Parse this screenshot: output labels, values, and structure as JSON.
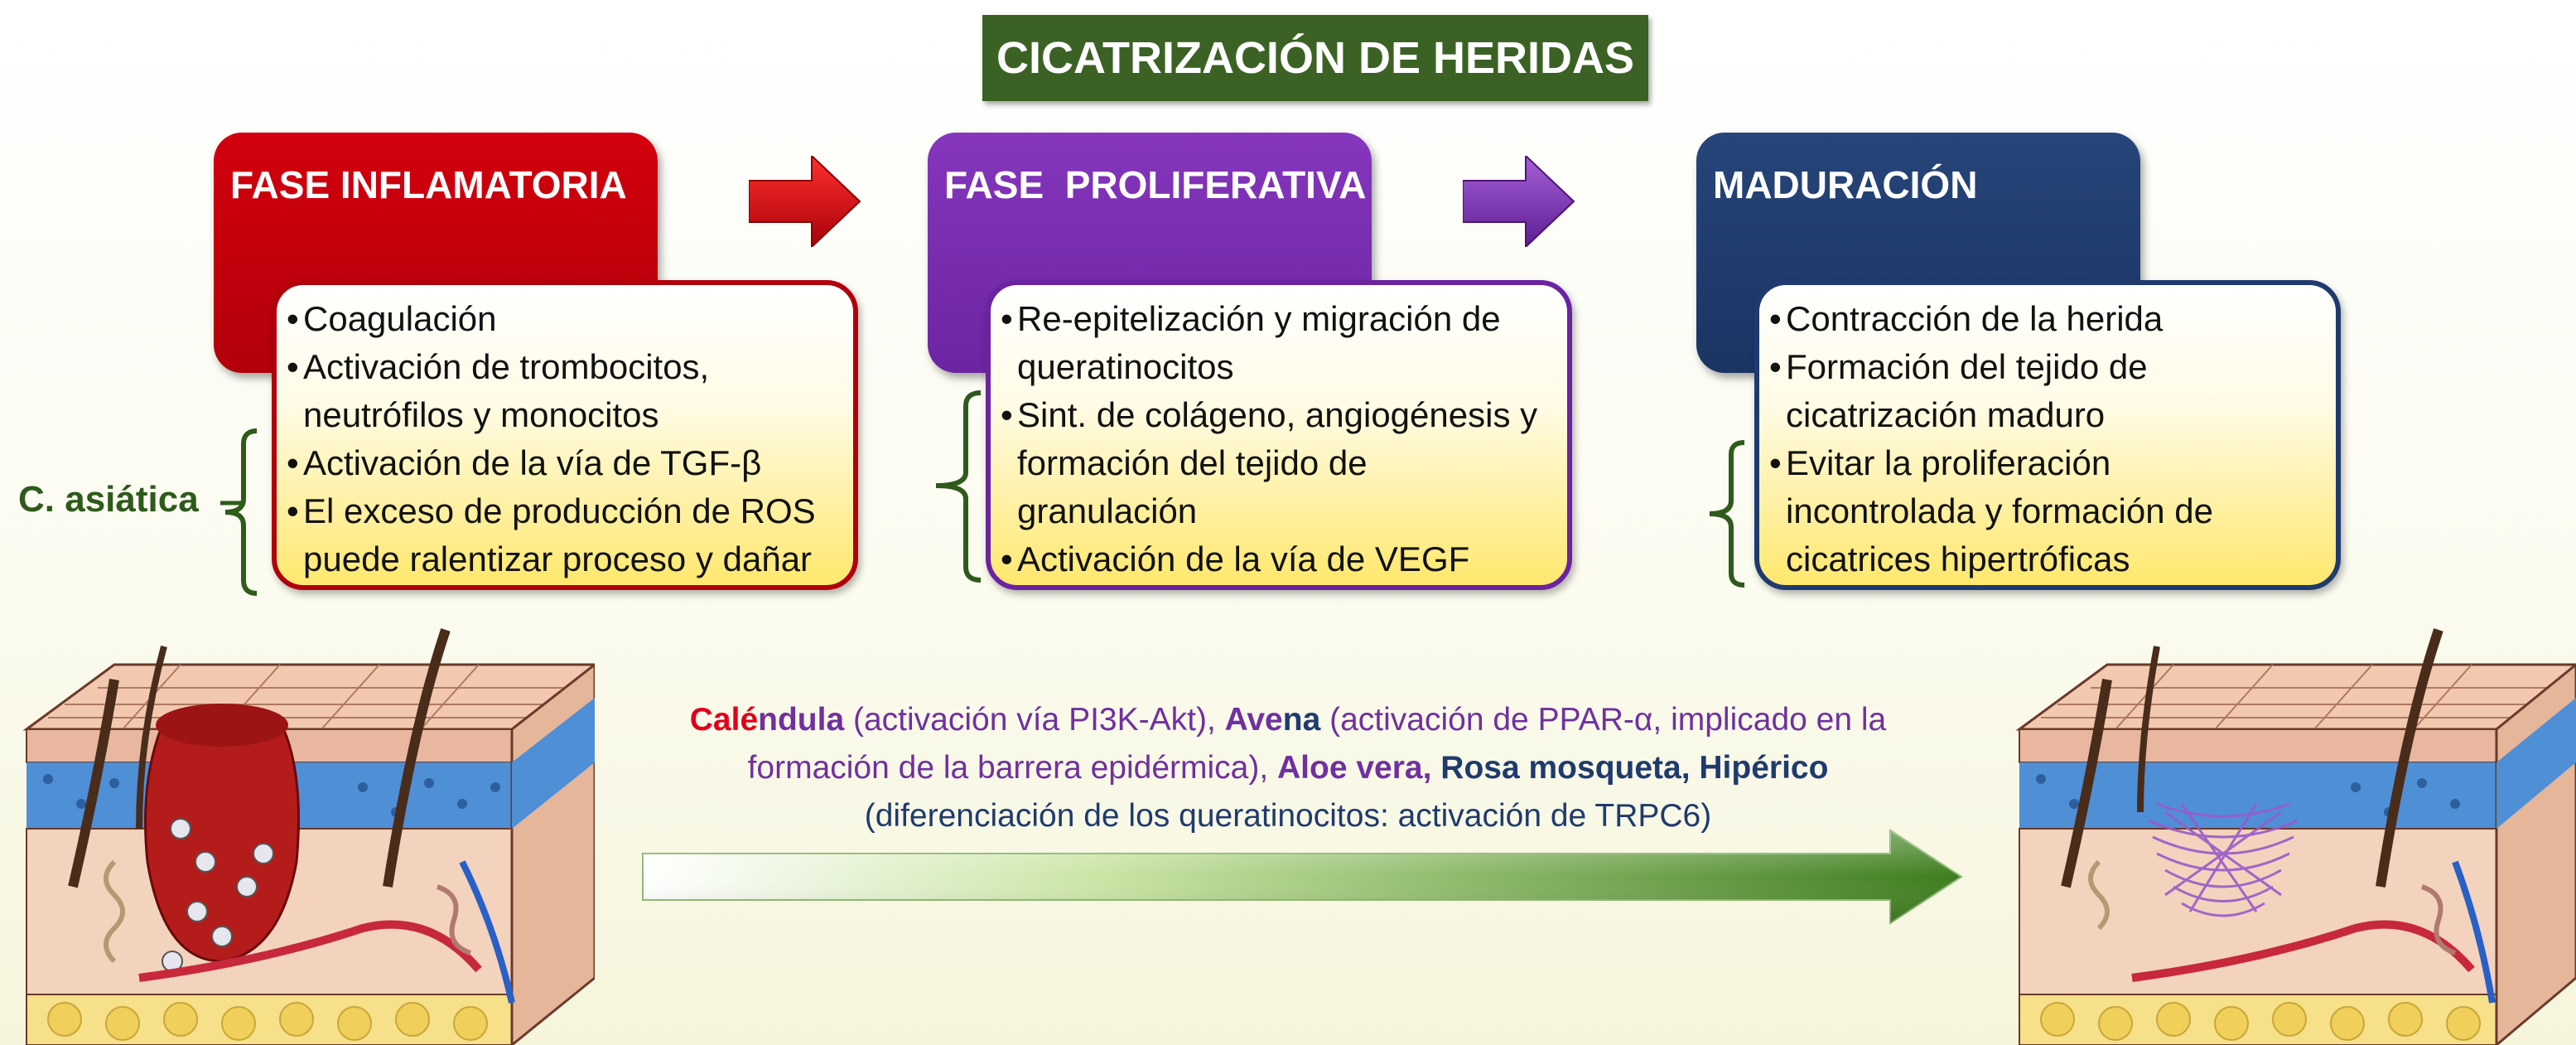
{
  "title": "CICATRIZACIÓN DE HERIDAS",
  "colors": {
    "title_bg": "#3b6224",
    "inflammatory": "#c8000c",
    "proliferative": "#7a2eb0",
    "maturation": "#1f3a6e",
    "gradient_arrow": "#3b7a1a"
  },
  "phases": [
    {
      "title": "FASE INFLAMATORIA",
      "bullets": [
        "Coagulación",
        "Activación de trombocitos,",
        "neutrófilos y monocitos",
        "Activación de la vía de TGF-β",
        "El exceso de producción de ROS",
        "puede ralentizar proceso y dañar"
      ]
    },
    {
      "title": "FASE  PROLIFERATIVA",
      "bullets": [
        "Re-epitelización y migración de",
        "queratinocitos",
        "Sint. de colágeno, angiogénesis y",
        "formación del tejido de",
        "granulación",
        "Activación de la vía de VEGF"
      ]
    },
    {
      "title": "MADURACIÓN",
      "bullets": [
        "Contracción de la herida",
        "Formación del tejido de",
        "cicatrización maduro",
        "Evitar la proliferación",
        "incontrolada y formación de",
        "cicatrices hipertróficas"
      ]
    }
  ],
  "side_label": "C. asiática",
  "plants": {
    "calendula_a": "Calé",
    "calendula_b": "ndula",
    "calendula_desc": " (activación vía PI3K-Akt), ",
    "avena_a": "Ave",
    "avena_b": "na",
    "avena_desc": " (activación de PPAR-α, implicado en la",
    "line2_a": "formación de la barrera epidérmica), ",
    "aloe": "Aloe vera, ",
    "rosa_hiperico": "Rosa mosqueta, Hipérico",
    "line3": "(diferenciación de los queratinocitos: activación de TRPC6)"
  },
  "icons": [
    "arrow-right-red",
    "arrow-right-purple",
    "gradient-arrow",
    "wounded-skin-illustration",
    "healed-skin-illustration"
  ]
}
